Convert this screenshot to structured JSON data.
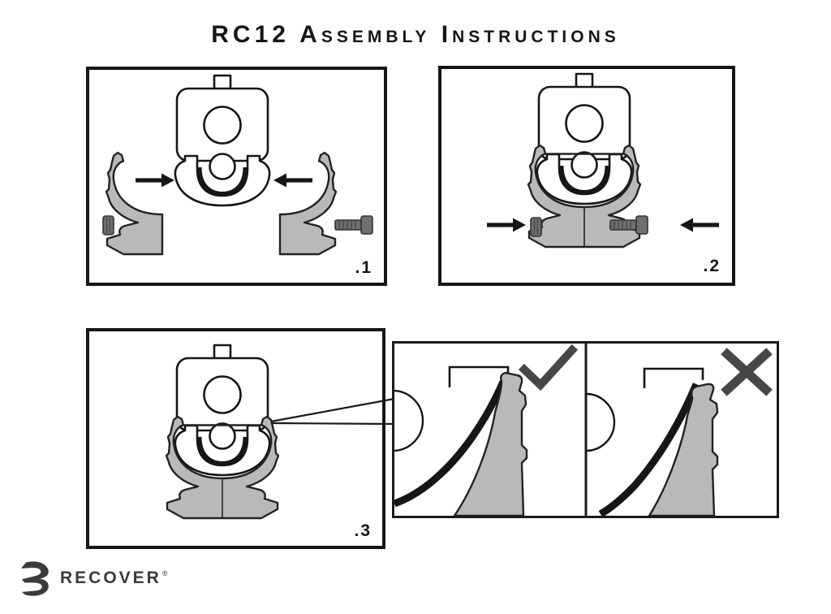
{
  "page": {
    "title": "RC12 Assembly Instructions"
  },
  "steps": [
    {
      "label": ".1",
      "alt": "slide grip adapter halves onto frame from both sides"
    },
    {
      "label": ".2",
      "alt": "insert screw and nut into assembled adapter"
    },
    {
      "label": ".3",
      "alt": "assembled adapter with clip engagement detail callout"
    }
  ],
  "detail": {
    "correct_icon": "checkmark",
    "incorrect_icon": "cross-x",
    "correct_alt": "clip fully seated over frame rail",
    "incorrect_alt": "clip not seated, gap at frame rail"
  },
  "logo": {
    "brand": "RECOVER",
    "registered_mark": "®",
    "icon": "recover-r-mark"
  },
  "colors": {
    "ink": "#161616",
    "part-gray": "#b9b9b9",
    "hardware-gray": "#6f6f6f",
    "status-gray": "#474747",
    "logo-gray": "#3b3b3b",
    "bg": "#ffffff"
  }
}
